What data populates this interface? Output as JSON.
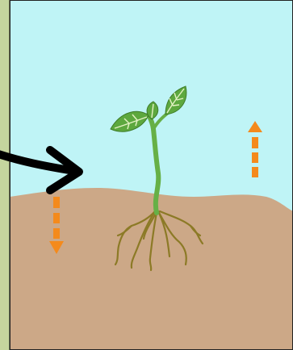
{
  "diagram": {
    "colors": {
      "frame": "#c5d59e",
      "sky": "#bff4f6",
      "soil": "#cca887",
      "stem": "#66b046",
      "leaf": "#5da83e",
      "leaf_vein": "#e4f2c4",
      "root": "#8c7a26",
      "arrow_black": "#000000",
      "arrow_orange": "#f48a1c"
    },
    "regions": [
      {
        "name": "sky",
        "color_key": "sky"
      },
      {
        "name": "soil",
        "color_key": "soil"
      }
    ],
    "elements": [
      {
        "name": "seedling",
        "parts": [
          "stem",
          "seed-leaves",
          "roots"
        ]
      },
      {
        "name": "pointer-arrow",
        "points_to": "stem above soil",
        "color_key": "arrow_black"
      },
      {
        "name": "upward-arrow",
        "direction": "up",
        "region": "sky",
        "style": "dashed",
        "color_key": "arrow_orange"
      },
      {
        "name": "downward-arrow",
        "direction": "down",
        "region": "soil",
        "style": "dashed",
        "color_key": "arrow_orange"
      }
    ]
  }
}
